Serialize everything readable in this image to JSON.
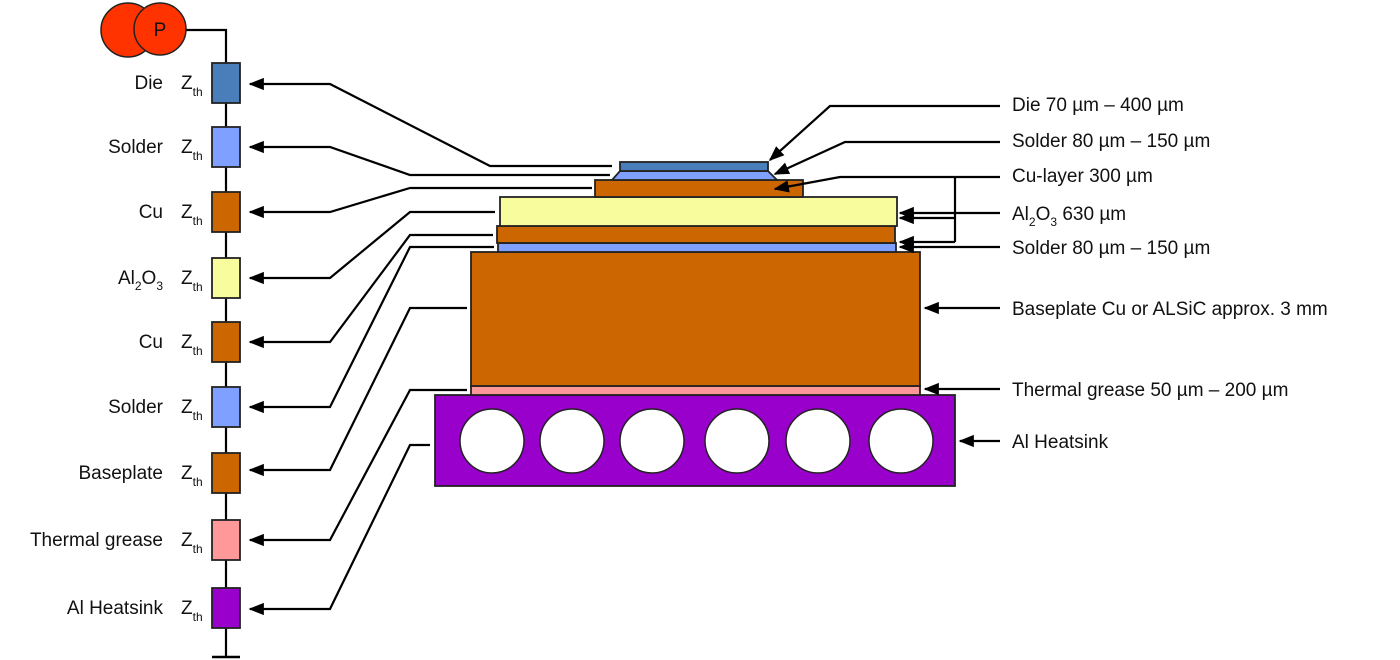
{
  "power_source": {
    "label": "P",
    "color": "#ff3300"
  },
  "zth_symbol": {
    "main": "Z",
    "sub": "th"
  },
  "chain": [
    {
      "label": "Die",
      "color": "#4a7ebb"
    },
    {
      "label": "Solder",
      "color": "#80a0ff"
    },
    {
      "label": "Cu",
      "color": "#cc6600"
    },
    {
      "label": "Al",
      "label_sub1": "2",
      "label_mid": "O",
      "label_sub2": "3",
      "color": "#f8fc9c"
    },
    {
      "label": "Cu",
      "color": "#cc6600"
    },
    {
      "label": "Solder",
      "color": "#80a0ff"
    },
    {
      "label": "Baseplate",
      "color": "#cc6600"
    },
    {
      "label": "Thermal grease",
      "color": "#ff9999"
    },
    {
      "label": "Al Heatsink",
      "color": "#9900cc"
    }
  ],
  "stack_labels": {
    "die": "Die 70 µm – 400 µm",
    "solder_top": "Solder 80 µm – 150 µm",
    "cu_layer": "Cu-layer 300 µm",
    "al2o3_a": "Al",
    "al2o3_s1": "2",
    "al2o3_b": "O",
    "al2o3_s2": "3",
    "al2o3_c": " 630 µm",
    "solder_bottom": "Solder 80 µm – 150 µm",
    "baseplate": "Baseplate Cu or ALSiC approx. 3 mm",
    "grease": "Thermal grease 50 µm – 200 µm",
    "heatsink": "Al Heatsink"
  }
}
